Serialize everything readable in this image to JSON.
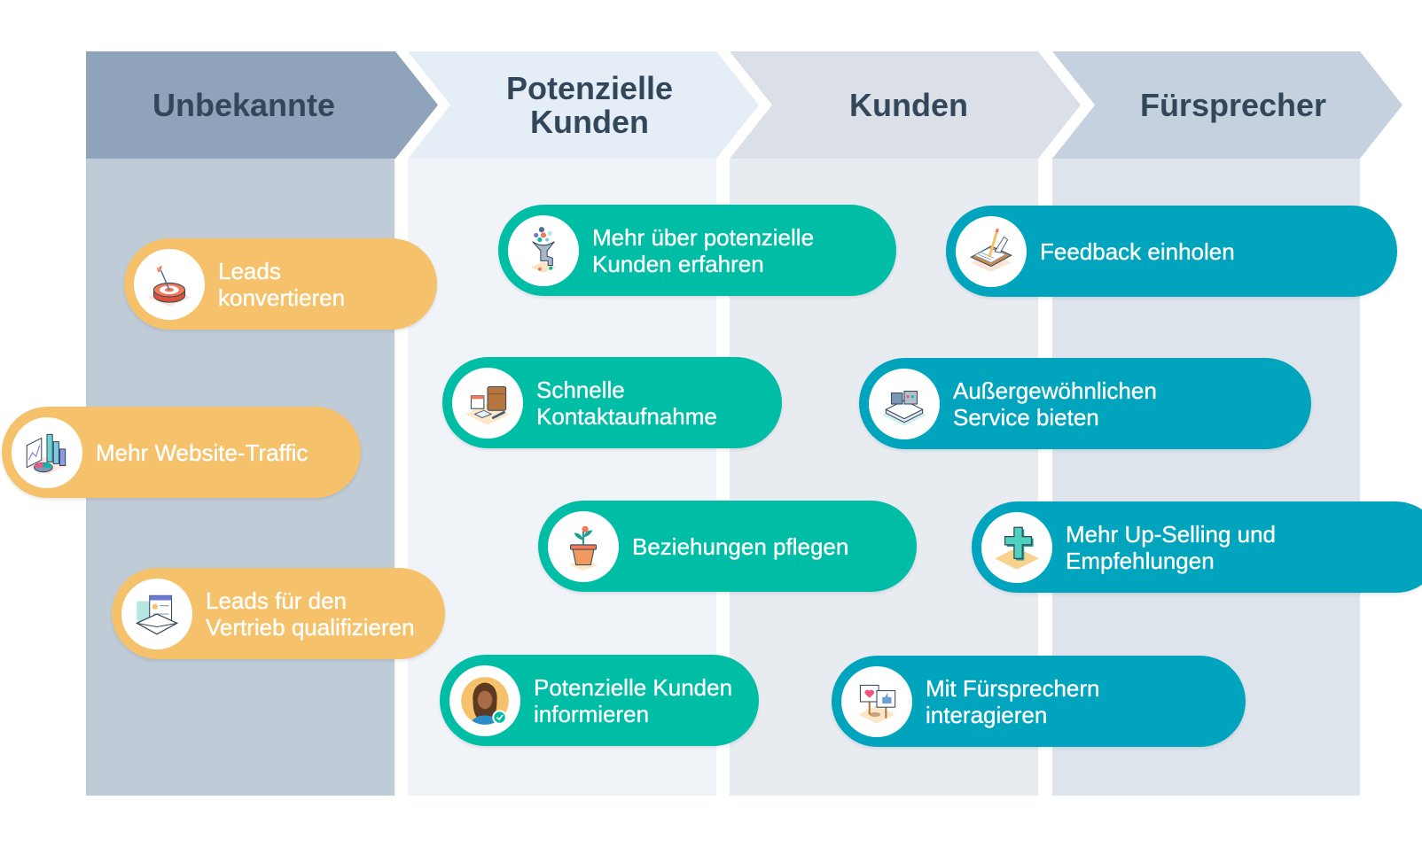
{
  "stages": [
    {
      "title_lines": [
        "Unbekannte"
      ],
      "header_color": "#8FA4BB",
      "body_color": "#BFCBD7"
    },
    {
      "title_lines": [
        "Potenzielle",
        "Kunden"
      ],
      "header_color": "#E5EDF6",
      "body_color": "#F0F4F9"
    },
    {
      "title_lines": [
        "Kunden"
      ],
      "header_color": "#DADFE8",
      "body_color": "#E8ECF1"
    },
    {
      "title_lines": [
        "Fürsprecher"
      ],
      "header_color": "#C5D1DF",
      "body_color": "#DEE4EC"
    }
  ],
  "title_color": "#33475B",
  "groups": [
    {
      "color": "#F5C26B",
      "items": [
        {
          "lines": [
            "Leads",
            "konvertieren"
          ],
          "icon": "target-icon"
        },
        {
          "lines": [
            "Mehr Website-Traffic"
          ],
          "icon": "analytics-chart-icon"
        },
        {
          "lines": [
            "Leads für den",
            "Vertrieb qualifizieren"
          ],
          "icon": "email-form-icon"
        }
      ]
    },
    {
      "color": "#00BDA5",
      "items": [
        {
          "lines": [
            "Mehr über potenzielle",
            "Kunden erfahren"
          ],
          "icon": "funnel-icon"
        },
        {
          "lines": [
            "Schnelle",
            "Kontaktaufnahme"
          ],
          "icon": "briefcase-icon"
        },
        {
          "lines": [
            "Beziehungen pflegen"
          ],
          "icon": "plant-icon"
        },
        {
          "lines": [
            "Potenzielle Kunden",
            "informieren"
          ],
          "icon": "person-check-icon"
        }
      ]
    },
    {
      "color": "#00A4BD",
      "items": [
        {
          "lines": [
            "Feedback einholen"
          ],
          "icon": "clipboard-pencil-icon"
        },
        {
          "lines": [
            "Außergewöhnlichen",
            "Service bieten"
          ],
          "icon": "service-desk-icon"
        },
        {
          "lines": [
            "Mehr Up-Selling und",
            "Empfehlungen"
          ],
          "icon": "plus-icon"
        },
        {
          "lines": [
            "Mit Fürsprechern",
            "interagieren"
          ],
          "icon": "signs-heart-like-icon"
        }
      ]
    }
  ]
}
